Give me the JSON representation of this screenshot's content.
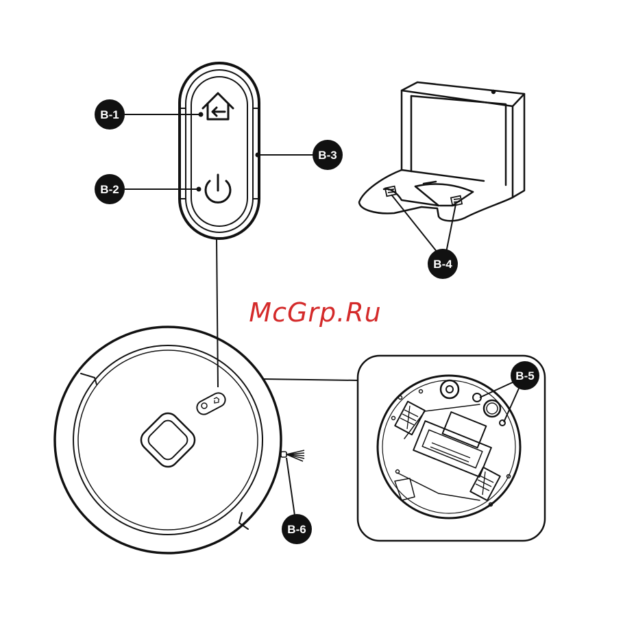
{
  "callouts": {
    "b1": "B-1",
    "b2": "B-2",
    "b3": "B-3",
    "b4": "B-4",
    "b5": "B-5",
    "b6": "B-6"
  },
  "watermark": "McGrp.Ru",
  "colors": {
    "ink": "#111111",
    "watermark": "#d42a2a",
    "background": "#ffffff"
  }
}
